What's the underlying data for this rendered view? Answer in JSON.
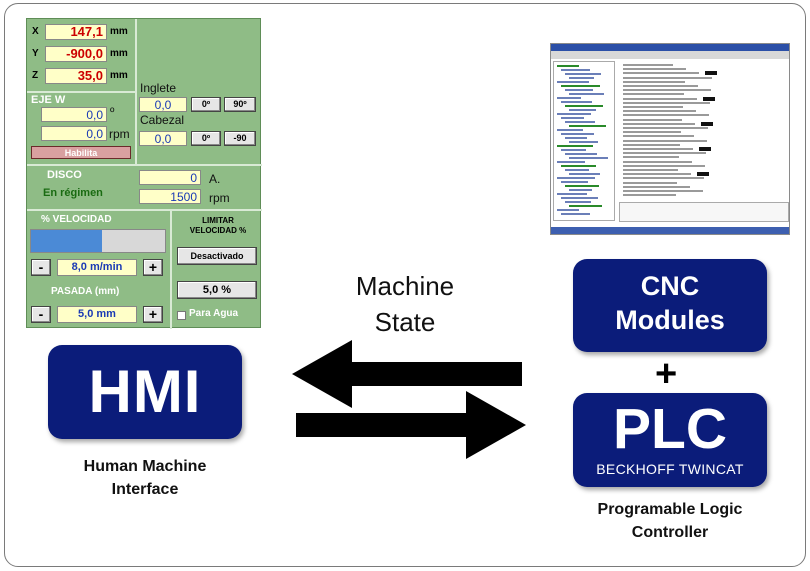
{
  "hmi_screen": {
    "axes": [
      {
        "axis": "X",
        "value": "147,1",
        "unit": "mm"
      },
      {
        "axis": "Y",
        "value": "-900,0",
        "unit": "mm"
      },
      {
        "axis": "Z",
        "value": "35,0",
        "unit": "mm"
      }
    ],
    "eje_w": {
      "title": "EJE W",
      "angle_value": "0,0",
      "angle_unit": "º",
      "rpm_value": "0,0",
      "rpm_unit": "rpm",
      "enable_label": "Habilita"
    },
    "inglete": {
      "title": "Inglete",
      "value": "0,0",
      "btn1": "0º",
      "btn2": "90º"
    },
    "cabezal": {
      "title": "Cabezal",
      "value": "0,0",
      "btn1": "0º",
      "btn2": "-90"
    },
    "disco": {
      "title": "DISCO",
      "current_value": "0",
      "current_unit": "A.",
      "regimen_label": "En régimen",
      "rpm_value": "1500",
      "rpm_unit": "rpm"
    },
    "velocidad": {
      "title": "% VELOCIDAD",
      "fill_fraction": 0.53,
      "minus": "-",
      "value": "8,0 m/min",
      "plus": "+"
    },
    "pasada": {
      "title": "PASADA (mm)",
      "minus": "-",
      "value": "5,0 mm",
      "plus": "+"
    },
    "limitar": {
      "title_line1": "LIMITAR",
      "title_line2": "VELOCIDAD %",
      "toggle_label": "Desactivado",
      "percent_value": "5,0 %",
      "para_agua_label": "Para Agua"
    }
  },
  "diagram": {
    "hmi_box": "HMI",
    "hmi_caption_line1": "Human Machine",
    "hmi_caption_line2": "Interface",
    "state_line1": "Machine",
    "state_line2": "State",
    "cnc_line1": "CNC",
    "cnc_line2": "Modules",
    "plus": "+",
    "plc_title": "PLC",
    "plc_subtitle": "BECKHOFF TWINCAT",
    "plc_caption_line1": "Programable Logic",
    "plc_caption_line2": "Controller"
  },
  "colors": {
    "box_fill": "#0b1c7a",
    "hmi_panel": "#8fbc86",
    "arrow": "#000000"
  }
}
